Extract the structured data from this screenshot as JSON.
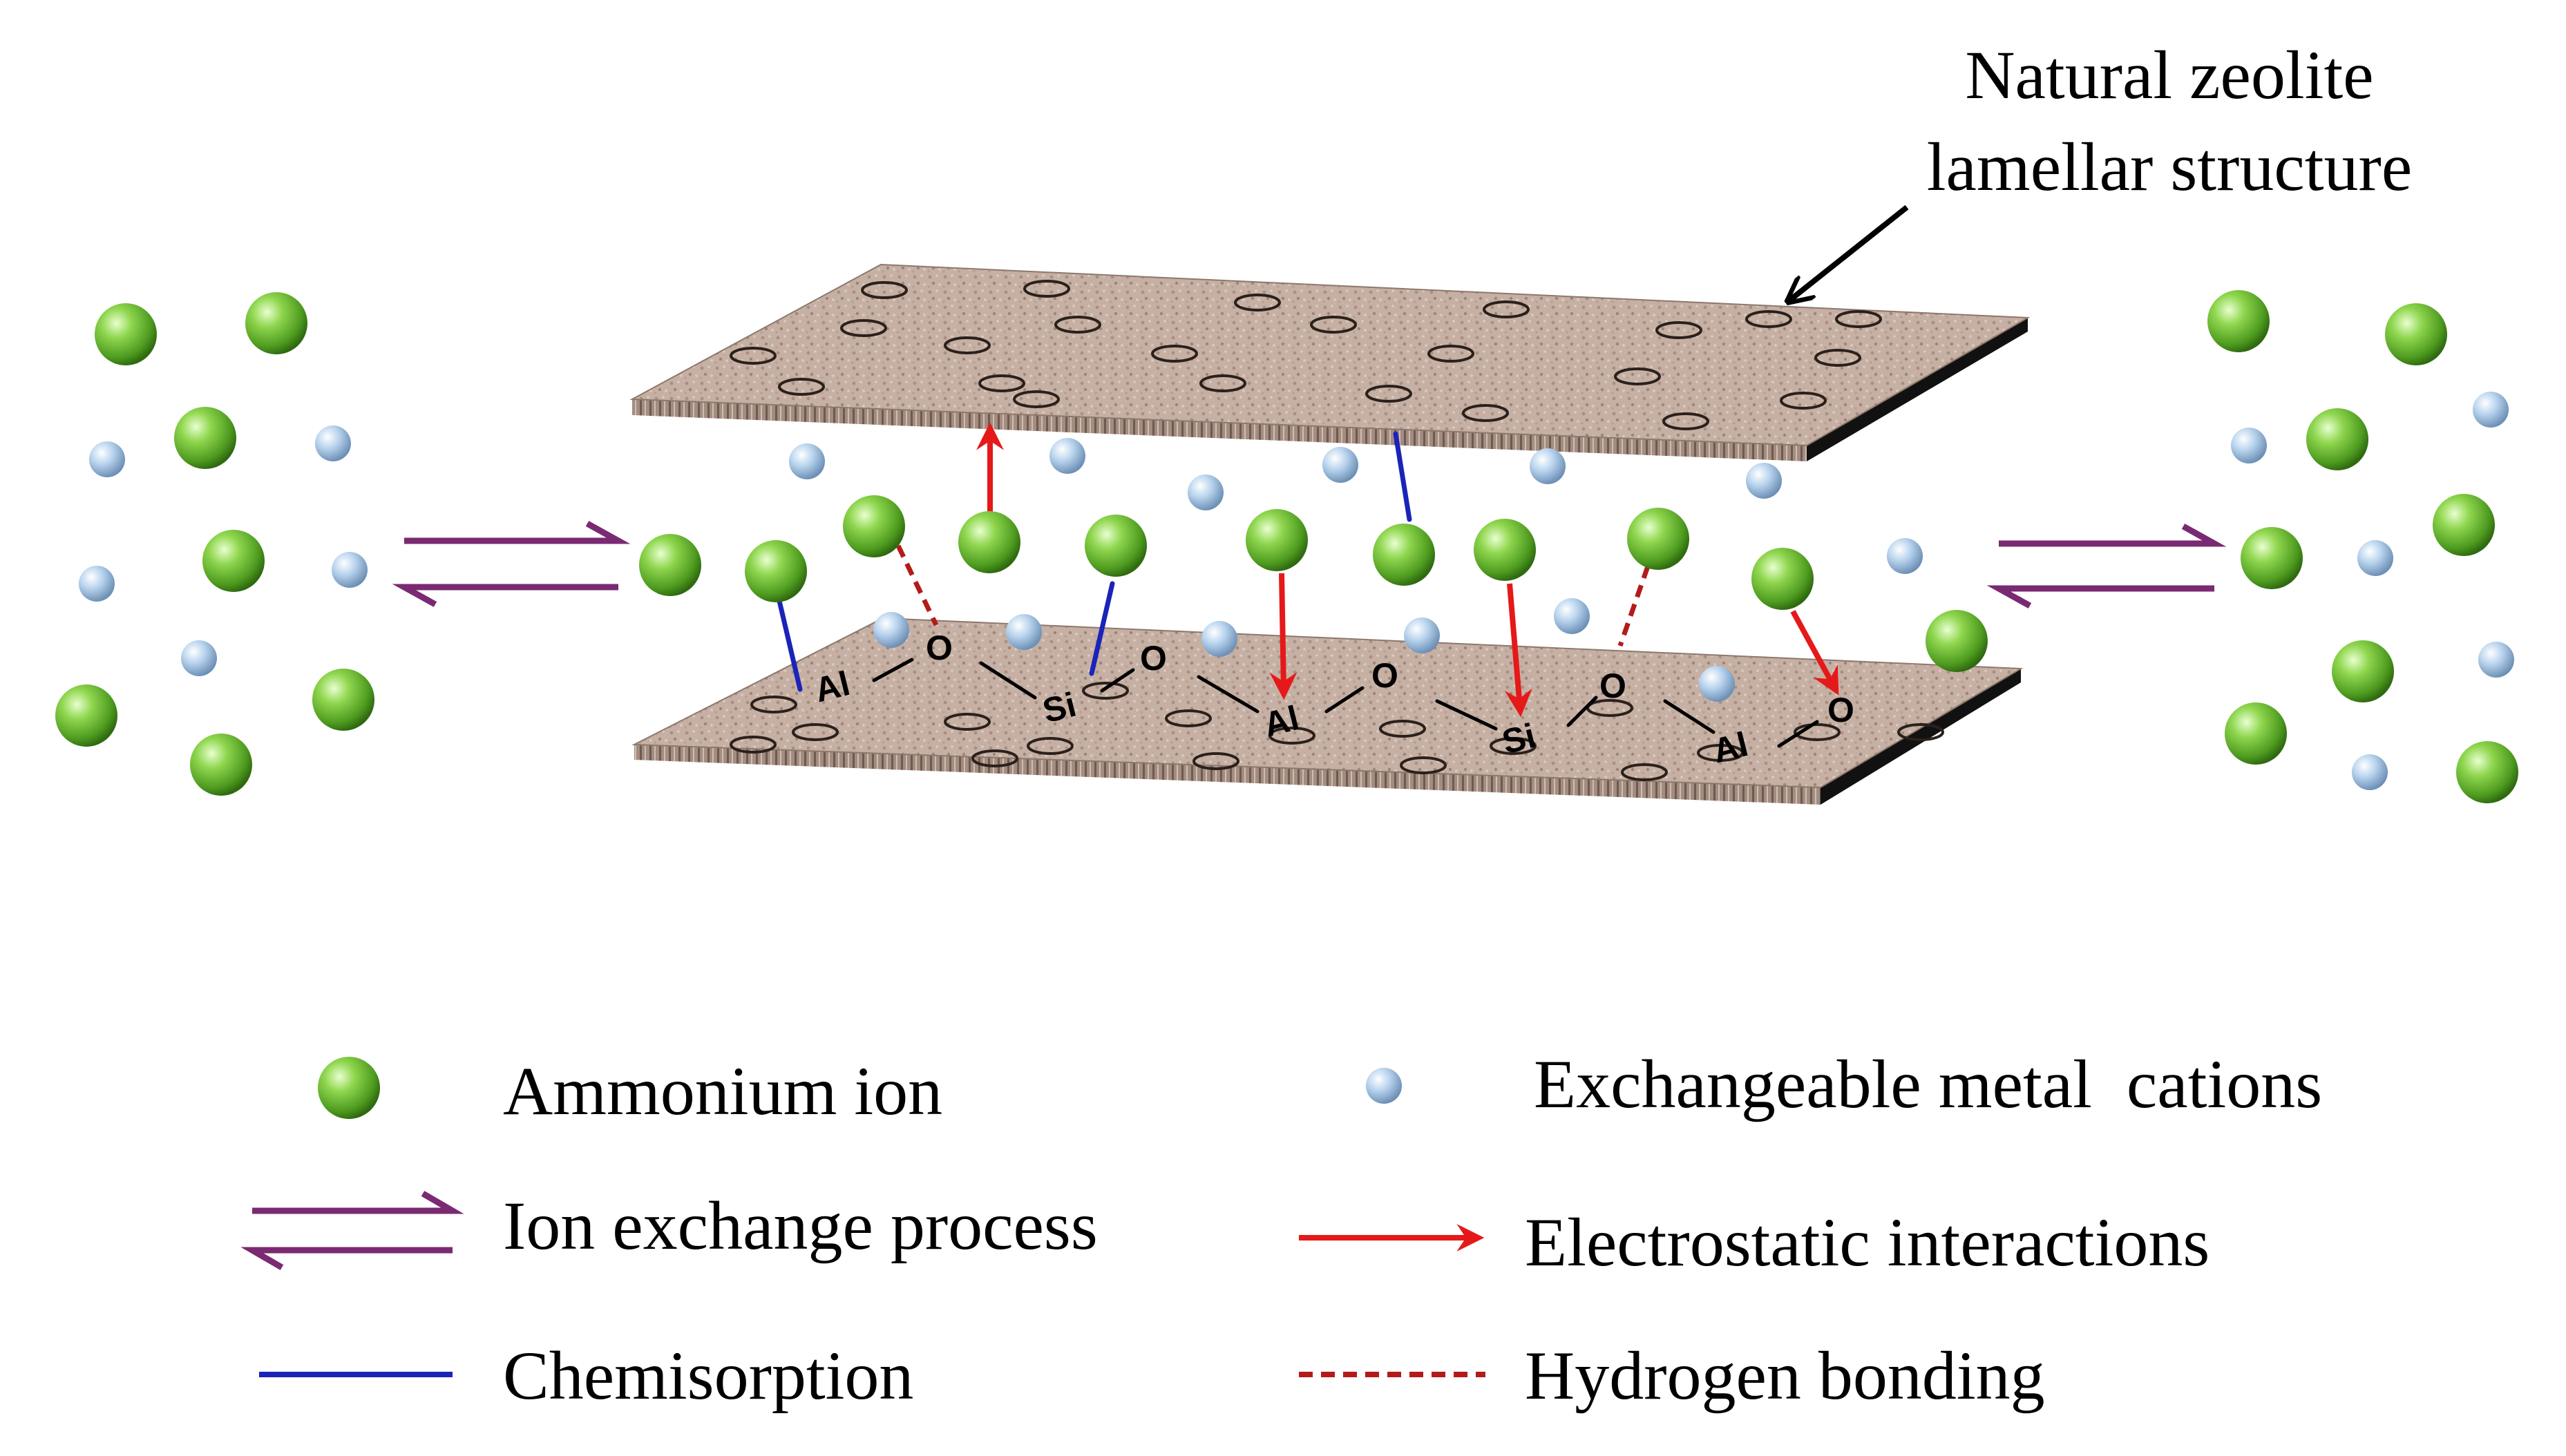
{
  "title": {
    "line1": "Natural zeolite",
    "line2": "lamellar structure"
  },
  "atoms": [
    "Al",
    "O",
    "Si",
    "O",
    "Al",
    "O",
    "Si",
    "O",
    "Al",
    "O"
  ],
  "legend": {
    "ammonium": "Ammonium ion",
    "metal_cations": "Exchangeable metal  cations",
    "ion_exchange": "Ion exchange process",
    "electrostatic": "Electrostatic interactions",
    "chemisorption": "Chemisorption",
    "hydrogen_bonding": "Hydrogen bonding"
  },
  "colors": {
    "ammonium": "#5fb52a",
    "metal_cation": "#a9c8e6",
    "ion_exchange_arrow": "#7a2a72",
    "electrostatic_arrow": "#e51919",
    "chemisorption_line": "#1a24b8",
    "hydrogen_bond_line": "#b31b1b",
    "zeolite_plate": "#c0aa9c"
  }
}
